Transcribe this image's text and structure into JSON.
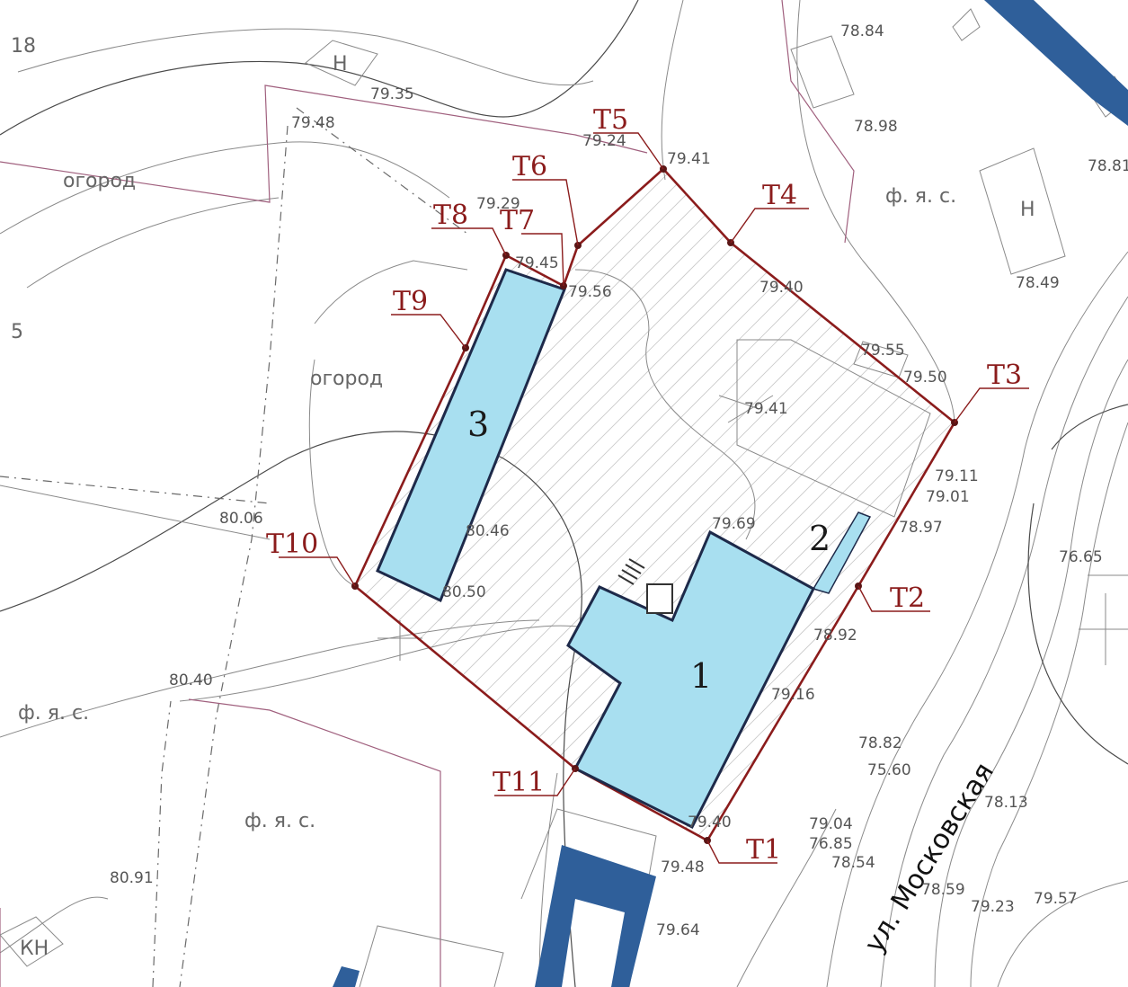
{
  "points": [
    {
      "id": "T1",
      "label": "T1"
    },
    {
      "id": "T2",
      "label": "T2"
    },
    {
      "id": "T3",
      "label": "T3"
    },
    {
      "id": "T4",
      "label": "T4"
    },
    {
      "id": "T5",
      "label": "T5"
    },
    {
      "id": "T6",
      "label": "T6"
    },
    {
      "id": "T7",
      "label": "T7"
    },
    {
      "id": "T8",
      "label": "T8"
    },
    {
      "id": "T9",
      "label": "T9"
    },
    {
      "id": "T10",
      "label": "T10"
    },
    {
      "id": "T11",
      "label": "T11"
    }
  ],
  "buildings": {
    "b1": "1",
    "b2": "2",
    "b3": "3"
  },
  "street": "ул. Московская",
  "words": {
    "garden1": "огород",
    "garden2": "огород",
    "fyas1": "ф. я. с.",
    "fyas2": "ф. я. с.",
    "fyas3": "ф. я. с."
  },
  "elevations": {
    "e1": "78.84",
    "e2": "79.35",
    "e3": "79.48",
    "e4": "79.24",
    "e5": "78.98",
    "e6": "79.41",
    "e7": "79.29",
    "e8": "79.45",
    "e9": "79.56",
    "e10": "79.40",
    "e11": "78.49",
    "e12": "79.55",
    "e13": "79.50",
    "e14": "79.41",
    "e15": "79.11",
    "e16": "79.01",
    "e17": "78.97",
    "e18": "80.06",
    "e19": "80.46",
    "e20": "79.69",
    "e21": "76.65",
    "e22": "80.50",
    "e23": "78.92",
    "e24": "80.40",
    "e25": "79.16",
    "e26": "78.82",
    "e27": "75.60",
    "e28": "78.13",
    "e29": "80.91",
    "e30": "79.40",
    "e31": "79.04",
    "e32": "76.85",
    "e33": "79.48",
    "e34": "78.54",
    "e35": "78.59",
    "e36": "79.57",
    "e37": "79.23",
    "e38": "79.64",
    "e39": "78.81"
  },
  "misc": {
    "n1": "18",
    "n2": "5",
    "n3": "Н",
    "n4": "Н",
    "n5": "КН"
  },
  "colors": {
    "boundary": "#8b1c1c",
    "building_fill": "#a8dff0",
    "building_stroke": "#1e2a4a",
    "existing": "#2f5f9a"
  }
}
